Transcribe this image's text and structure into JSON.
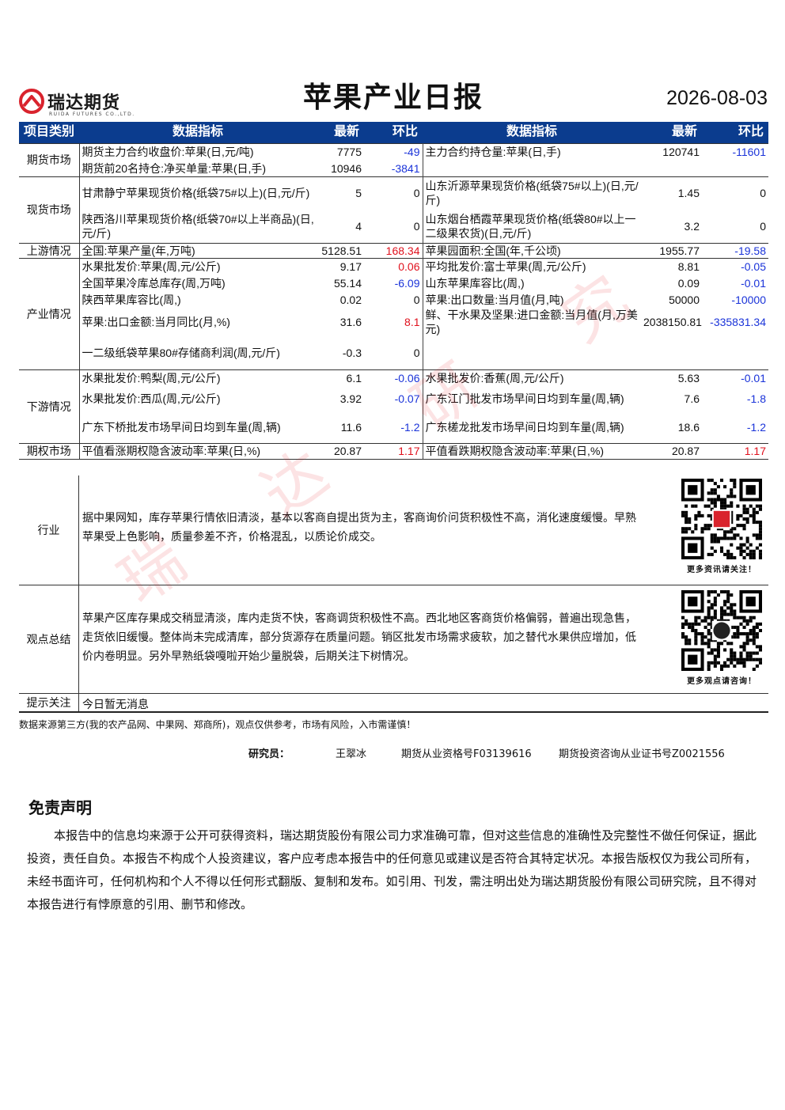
{
  "header": {
    "logo_text": "瑞达期货",
    "logo_sub": "RUIDA FUTURES CO.,LTD.",
    "title": "苹果产业日报",
    "date": "2026-08-03"
  },
  "table": {
    "headers": {
      "category": "项目类别",
      "indicator": "数据指标",
      "latest": "最新",
      "change": "环比"
    },
    "rows": [
      {
        "cat": "期货市场",
        "l_name": "期货主力合约收盘价:苹果(日,元/吨)",
        "l_val": "7775",
        "l_chg": "-49",
        "r_name": "主力合约持仓量:苹果(日,手)",
        "r_val": "120741",
        "r_chg": "-11601"
      },
      {
        "cat": "",
        "l_name": "期货前20名持仓:净买单量:苹果(日,手)",
        "l_val": "10946",
        "l_chg": "-3841",
        "r_name": "",
        "r_val": "",
        "r_chg": ""
      },
      {
        "cat": "现货市场",
        "l_name": "甘肃静宁苹果现货价格(纸袋75#以上)(日,元/斤)",
        "l_val": "5",
        "l_chg": "0",
        "r_name": "山东沂源苹果现货价格(纸袋75#以上)(日,元/斤)",
        "r_val": "1.45",
        "r_chg": "0"
      },
      {
        "cat": "",
        "l_name": "陕西洛川苹果现货价格(纸袋70#以上半商品)(日,元/斤)",
        "l_val": "4",
        "l_chg": "0",
        "r_name": "山东烟台栖霞苹果现货价格(纸袋80#以上一二级果农货)(日,元/斤)",
        "r_val": "3.2",
        "r_chg": "0"
      },
      {
        "cat": "上游情况",
        "l_name": "全国:苹果产量(年,万吨)",
        "l_val": "5128.51",
        "l_chg": "168.34",
        "r_name": "苹果园面积:全国(年,千公顷)",
        "r_val": "1955.77",
        "r_chg": "-19.58"
      },
      {
        "cat": "产业情况",
        "l_name": "水果批发价:苹果(周,元/公斤)",
        "l_val": "9.17",
        "l_chg": "0.06",
        "r_name": "平均批发价:富士苹果(周,元/公斤)",
        "r_val": "8.81",
        "r_chg": "-0.05"
      },
      {
        "cat": "",
        "l_name": "全国苹果冷库总库存(周,万吨)",
        "l_val": "55.14",
        "l_chg": "-6.09",
        "r_name": "山东苹果库容比(周,)",
        "r_val": "0.09",
        "r_chg": "-0.01"
      },
      {
        "cat": "",
        "l_name": "陕西苹果库容比(周,)",
        "l_val": "0.02",
        "l_chg": "0",
        "r_name": "苹果:出口数量:当月值(月,吨)",
        "r_val": "50000",
        "r_chg": "-10000"
      },
      {
        "cat": "",
        "l_name": "苹果:出口金额:当月同比(月,%)",
        "l_val": "31.6",
        "l_chg": "8.1",
        "r_name": "鲜、干水果及坚果:进口金额:当月值(月,万美元)",
        "r_val": "2038150.81",
        "r_chg": "-335831.34"
      },
      {
        "cat": "",
        "l_name": "一二级纸袋苹果80#存储商利润(周,元/斤)",
        "l_val": "-0.3",
        "l_chg": "0",
        "r_name": "",
        "r_val": "",
        "r_chg": ""
      },
      {
        "cat": "下游情况",
        "l_name": "水果批发价:鸭梨(周,元/公斤)",
        "l_val": "6.1",
        "l_chg": "-0.06",
        "r_name": "水果批发价:香蕉(周,元/公斤)",
        "r_val": "5.63",
        "r_chg": "-0.01"
      },
      {
        "cat": "",
        "l_name": "水果批发价:西瓜(周,元/公斤)",
        "l_val": "3.92",
        "l_chg": "-0.07",
        "r_name": "广东江门批发市场早间日均到车量(周,辆)",
        "r_val": "7.6",
        "r_chg": "-1.8"
      },
      {
        "cat": "",
        "l_name": "广东下桥批发市场早间日均到车量(周,辆)",
        "l_val": "11.6",
        "l_chg": "-1.2",
        "r_name": "广东槎龙批发市场早间日均到车量(周,辆)",
        "r_val": "18.6",
        "r_chg": "-1.2"
      },
      {
        "cat": "期权市场",
        "l_name": "平值看涨期权隐含波动率:苹果(日,%)",
        "l_val": "20.87",
        "l_chg": "1.17",
        "r_name": "平值看跌期权隐含波动率:苹果(日,%)",
        "r_val": "20.87",
        "r_chg": "1.17"
      }
    ]
  },
  "industry": {
    "label": "行业",
    "text": "据中果网知，库存苹果行情依旧清淡，基本以客商自提出货为主，客商询价问货积极性不高，消化速度缓慢。早熟苹果受上色影响，质量参差不齐，价格混乱，以质论价成交。",
    "qr_caption": "更多资讯请关注！"
  },
  "summary": {
    "label": "观点总结",
    "text": "苹果产区库存果成交稍显清淡，库内走货不快，客商调货积极性不高。西北地区客商货价格偏弱，普遍出现急售，走货依旧缓慢。整体尚未完成清库，部分货源存在质量问题。销区批发市场需求疲软，加之替代水果供应增加，低价内卷明显。另外早熟纸袋嘎啦开始少量脱袋，后期关注下树情况。",
    "qr_caption": "更多观点请咨询！"
  },
  "notice": {
    "label": "提示关注",
    "text": "今日暂无消息"
  },
  "source": "数据来源第三方(我的农产品网、中果网、郑商所)，观点仅供参考，市场有风险，入市需谨慎！",
  "researcher": {
    "label": "研究员：",
    "name": "王翠冰",
    "qual1": "期货从业资格号F03139616",
    "qual2": "期货投资咨询从业证书号Z0021556"
  },
  "disclaimer": {
    "title": "免责声明",
    "body": "本报告中的信息均来源于公开可获得资料，瑞达期货股份有限公司力求准确可靠，但对这些信息的准确性及完整性不做任何保证，据此投资，责任自负。本报告不构成个人投资建议，客户应考虑本报告中的任何意见或建议是否符合其特定状况。本报告版权仅为我公司所有，未经书面许可，任何机构和个人不得以任何形式翻版、复制和发布。如引用、刊发，需注明出处为瑞达期货股份有限公司研究院，且不得对本报告进行有悖原意的引用、删节和修改。"
  },
  "watermark": [
    "瑞",
    "达",
    "研",
    "究"
  ],
  "colors": {
    "header_bg": "#0b3c8e",
    "positive": "#e0101c",
    "negative": "#1a33d9",
    "brand_red": "#d9232d"
  }
}
